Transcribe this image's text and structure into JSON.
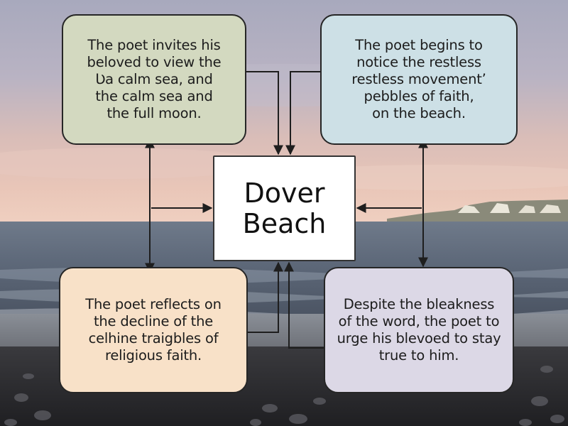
{
  "colors": {
    "top_left_box": "#d3d9c0",
    "top_right_box": "#cde0e6",
    "bottom_left_box": "#f8e1c8",
    "bottom_right_box": "#dcd8e6",
    "center_box": "#ffffff",
    "arrow": "#1e1e1e"
  },
  "center": {
    "lines": [
      "Dover",
      "Beach"
    ]
  },
  "boxes": {
    "top_left": {
      "lines": [
        "The poet invites his",
        "beloved to view the",
        "Ʋa calm sea, and",
        "the calm sea and",
        "the full moon."
      ]
    },
    "top_right": {
      "lines": [
        "The poet begins to",
        "notice the restless",
        "restless movement’",
        "pebbles of faith,",
        "on the beach."
      ]
    },
    "bottom_left": {
      "lines": [
        "The poet reflects on",
        "the decline of the",
        "celhine traigbles of",
        "religious faith."
      ]
    },
    "bottom_right": {
      "lines": [
        "Despite the bleakness",
        "of the word, the poet to",
        "urge his blevoed to stay",
        "true to him."
      ]
    }
  }
}
